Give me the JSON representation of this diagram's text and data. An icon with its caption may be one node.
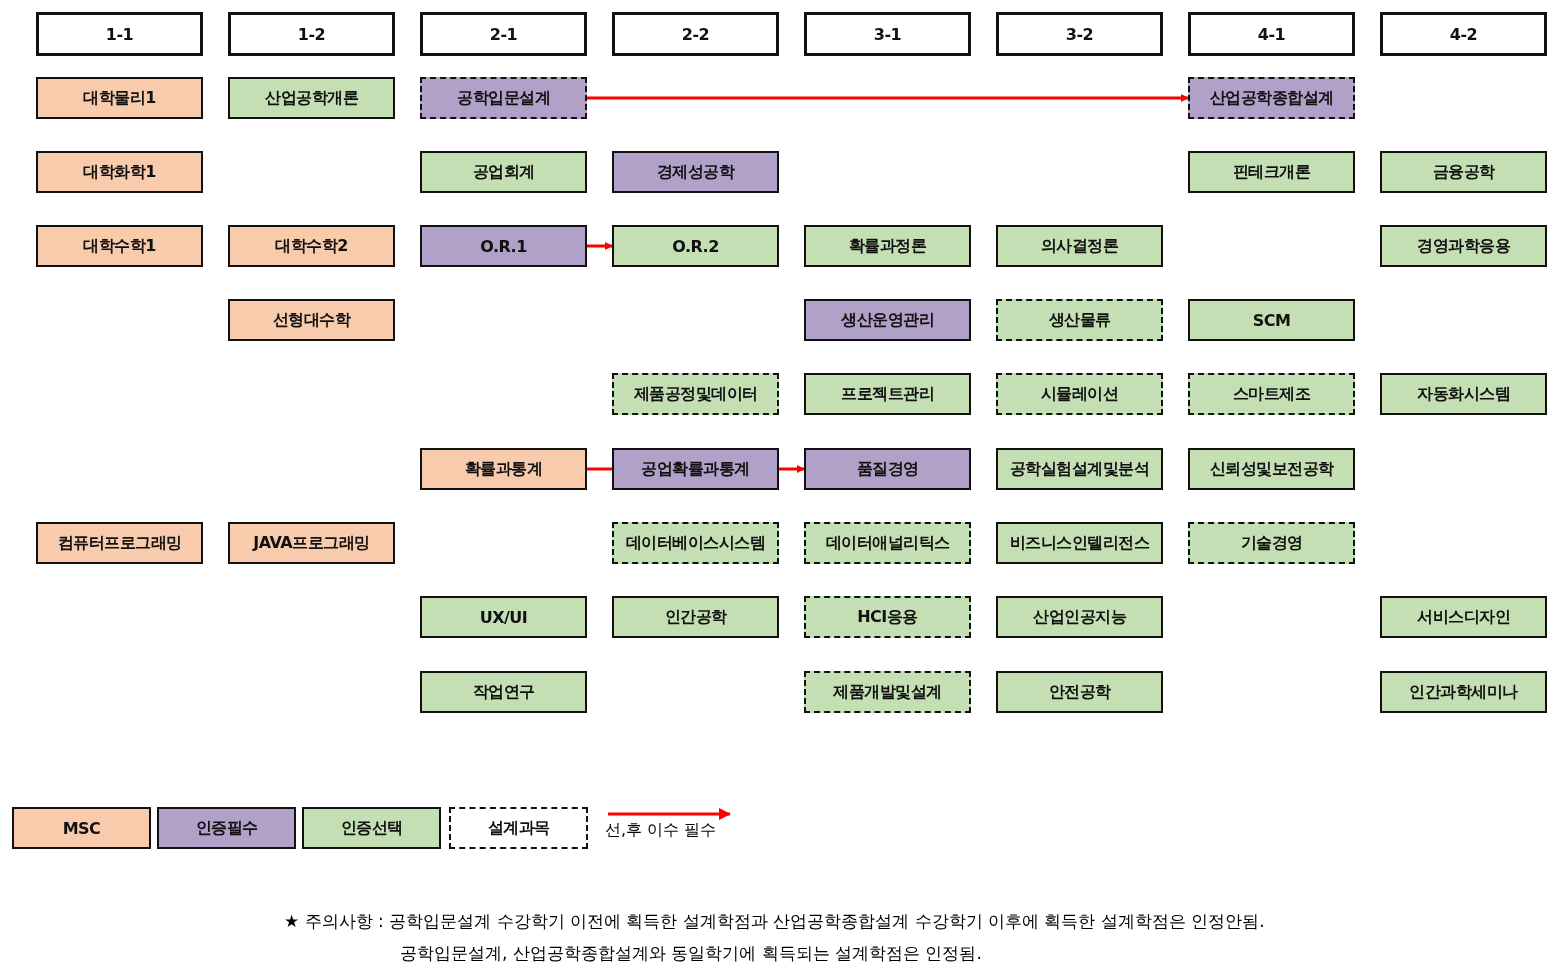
{
  "diagram": {
    "nodes": [
      {
        "text": [
          "1-1"
        ]
      },
      {
        "text": [
          "1-2"
        ]
      },
      {
        "text": [
          "2-1"
        ]
      },
      {
        "text": [
          "2-2"
        ]
      },
      {
        "text": [
          "3-1"
        ]
      },
      {
        "text": [
          "3-2"
        ]
      },
      {
        "text": [
          "4-1"
        ]
      },
      {
        "text": [
          "4-2"
        ]
      },
      {
        "text": [
          "대학물리1"
        ]
      },
      {
        "text": [
          "산업공학개론"
        ]
      },
      {
        "text": [
          "공학입문설계"
        ]
      },
      {
        "text": [
          "산업공학종합설계"
        ]
      },
      {
        "text": [
          "대학화학1"
        ]
      },
      {
        "text": [
          "공업회계"
        ]
      },
      {
        "text": [
          "경제성공학"
        ]
      },
      {
        "text": [
          "핀테크개론"
        ]
      },
      {
        "text": [
          "금융공학"
        ]
      },
      {
        "text": [
          "대학수학1"
        ]
      },
      {
        "text": [
          "대학수학2"
        ]
      },
      {
        "text": [
          "O.R.1"
        ]
      },
      {
        "text": [
          "O.R.2"
        ]
      },
      {
        "text": [
          "확률과정론"
        ]
      },
      {
        "text": [
          "의사결정론"
        ]
      },
      {
        "text": [
          "경영과학응용"
        ]
      },
      {
        "text": [
          "선형대수학"
        ]
      },
      {
        "text": [
          "생산운영관리"
        ]
      },
      {
        "text": [
          "생산물류"
        ]
      },
      {
        "text": [
          "SCM"
        ]
      },
      {
        "text": [
          "제품공정및데이터"
        ]
      },
      {
        "text": [
          "프로젝트관리"
        ]
      },
      {
        "text": [
          "시뮬레이션"
        ]
      },
      {
        "text": [
          "스마트제조"
        ]
      },
      {
        "text": [
          "자동화시스템"
        ]
      },
      {
        "text": [
          "확률과통계"
        ]
      },
      {
        "text": [
          "공업확률과통계"
        ]
      },
      {
        "text": [
          "품질경영"
        ]
      },
      {
        "text": [
          "공학실험설계및분석"
        ]
      },
      {
        "text": [
          "신뢰성및보전공학"
        ]
      },
      {
        "text": [
          "컴퓨터프로그래밍"
        ]
      },
      {
        "text": [
          "JAVA프로그래밍"
        ]
      },
      {
        "text": [
          "데이터베이스시스템"
        ]
      },
      {
        "text": [
          "데이터애널리틱스"
        ]
      },
      {
        "text": [
          "비즈니스인텔리전스"
        ]
      },
      {
        "text": [
          "기술경영"
        ]
      },
      {
        "text": [
          "UX/UI"
        ]
      },
      {
        "text": [
          "인간공학"
        ]
      },
      {
        "text": [
          "HCI응용"
        ]
      },
      {
        "text": [
          "산업인공지능"
        ]
      },
      {
        "text": [
          "서비스디자인"
        ]
      },
      {
        "text": [
          "작업연구"
        ]
      },
      {
        "text": [
          "제품개발및설계"
        ]
      },
      {
        "text": [
          "안전공학"
        ]
      },
      {
        "text": [
          "인간과학세미나"
        ]
      }
    ],
    "edges": [
      {
        "from": 10,
        "to": 11,
        "arrow": "to"
      },
      {
        "from": 19,
        "to": 20,
        "arrow": "to"
      },
      {
        "from": 33,
        "to": 34,
        "arrow": "none"
      },
      {
        "from": 34,
        "to": 35,
        "arrow": "to"
      }
    ],
    "labels": [
      "★ 주의사항 : 공학입문설계 수강학기 이전에 획득한 설계학점과 산업공학종합설계 수강학기 이후에 획득한 설계학점은 인정안됨.",
      "공학입문설계, 산업공학종합설계와 동일학기에 획득되는 설계학점은 인정됨."
    ],
    "legend": [
      {
        "text": "MSC",
        "color": "#f8cbad"
      },
      {
        "text": "인증필수",
        "color": "#b1a0c7"
      },
      {
        "text": "인증선택",
        "color": "#c4dfb4"
      },
      {
        "text": "설계과목"
      },
      {
        "text": "선,후 이수 필수"
      }
    ]
  }
}
